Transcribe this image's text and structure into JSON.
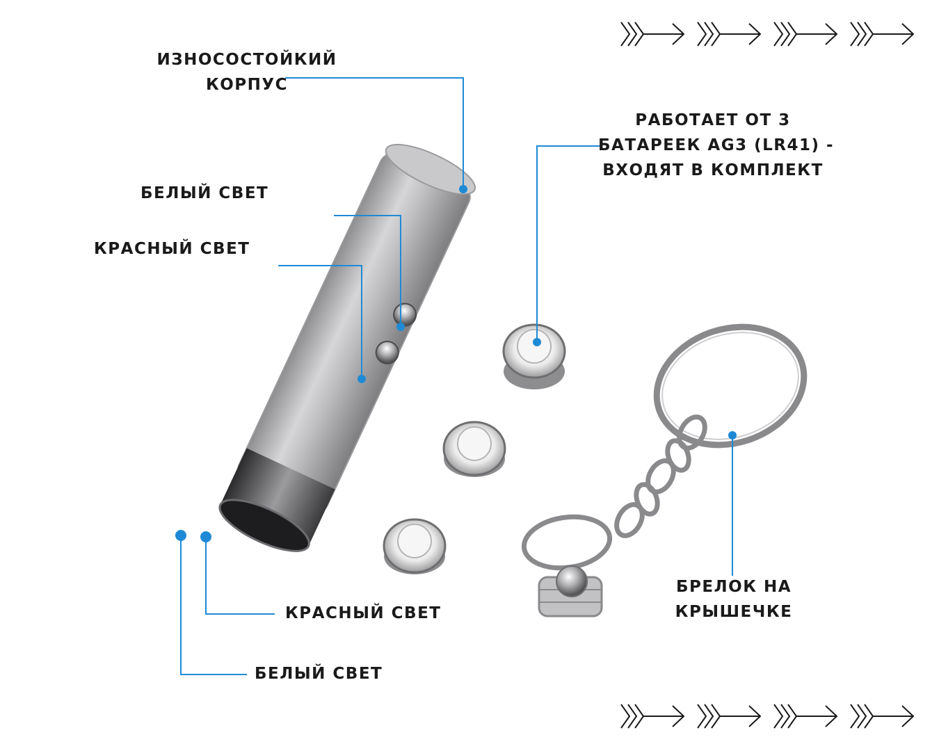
{
  "labels": {
    "body_line1": "Износостойкий",
    "body_line2": "корпус",
    "white_light_top": "Белый свет",
    "red_light_top": "Красный свет",
    "battery_line1": "Работает от 3",
    "battery_line2": "батареек AG3 (LR41) -",
    "battery_line3": "входят в комплект",
    "red_light_bottom": "Красный свет",
    "white_light_bottom": "Белый свет",
    "keychain_line1": "Брелок на",
    "keychain_line2": "крышечке"
  },
  "colors": {
    "accent": "#1e8ad6",
    "text": "#1a1a1a"
  },
  "icons": {
    "decor_top": "chevron-arrow-icon",
    "decor_bottom": "chevron-arrow-icon"
  }
}
